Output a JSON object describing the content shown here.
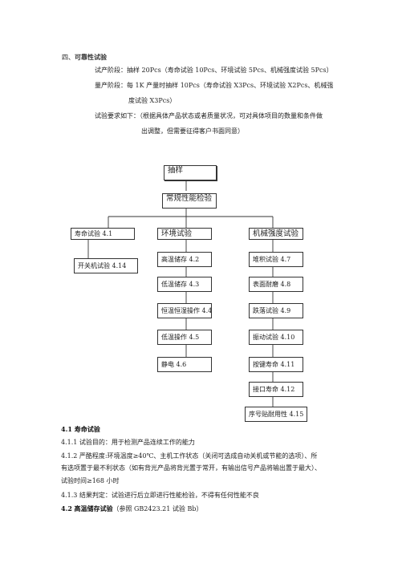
{
  "section": {
    "num": "四、",
    "title": "可靠性试验"
  },
  "intro": {
    "line1": "试产阶段：抽样 20Pcs（寿命试验 10Pcs、环境试验 5Pcs、机械强度试验 5Pcs）",
    "line2a": "量产阶段：每 1K 产量时抽样 10Pcs（寿命试验 X3Pcs、环境试验 X2Pcs、机械强",
    "line2b": "度试验 X3Pcs）",
    "line3a": "试验要求如下：（根据具体产品状态或者质量状况，可对具体项目的数量和条件做",
    "line3b": "出调整，但需要征得客户书面同意）"
  },
  "flow": {
    "sample": "抽样",
    "routine": "常规性能检验",
    "life": "寿命试验 4.1",
    "env": "环境试验",
    "mech": "机械强度试验",
    "switch": "开关机试验 4.14",
    "env_items": [
      "高温储存 4.2",
      "低温储存 4.3",
      "恒温恒湿操作 4.4",
      "低温操作 4.5",
      "静电 4.6"
    ],
    "mech_items": [
      "堆积试验 4.7",
      "表面耐磨 4.8",
      "跌落试验 4.9",
      "振动试验 4.10",
      "按键寿命 4.11",
      "接口寿命 4.12",
      "序号贴耐用性 4.15"
    ]
  },
  "body": {
    "h41_num": "4.1",
    "h41_title": "寿命试验",
    "p411": "4.1.1 试验目的：用于检测产品连续工作的能力",
    "p412a": "4.1.2 严酷程度:环境温度≥40℃、主机工作状态（关闭可选成自动关机或节能的选项）、所",
    "p412b": "有选项置于最不利状态（如有背光产品将背光置于常开，有输出信号产品将输出置于最大）、",
    "p412c": "试验时间≥168 小时",
    "p413": "4.1.3 结果判定：试验进行后立即进行性能检验，不得有任何性能不良",
    "h42_num": "4.2",
    "h42_title": "高温储存试验",
    "h42_ref": "（参照 GB2423.21 试验 Bb）"
  }
}
